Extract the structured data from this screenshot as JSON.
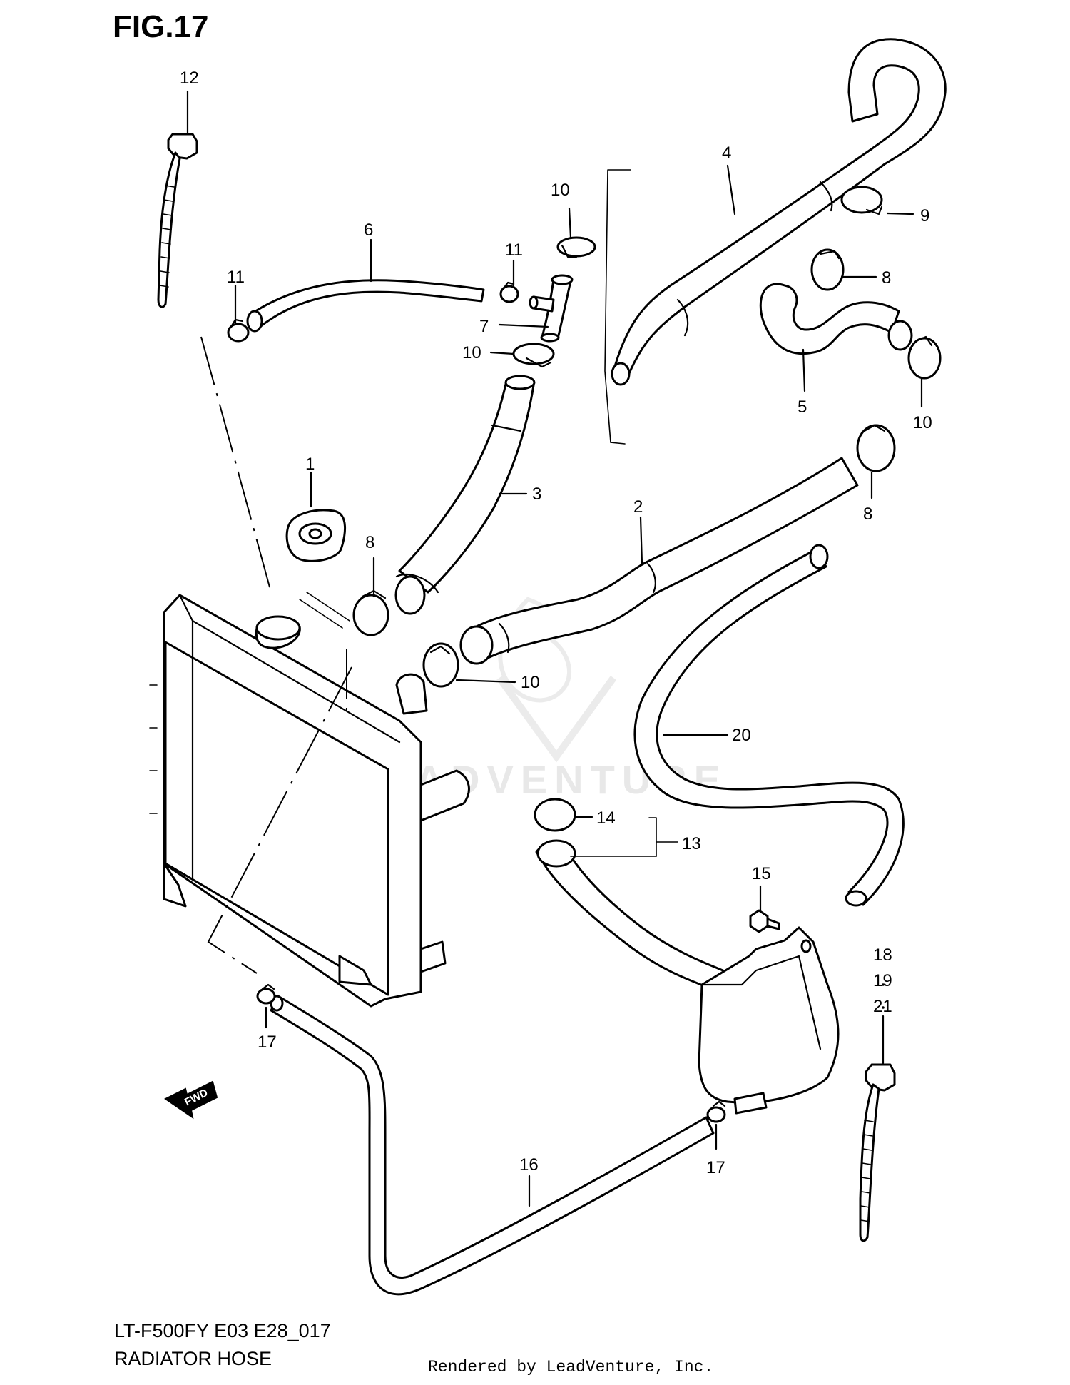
{
  "figure": {
    "title": "FIG.17",
    "model_code": "LT-F500FY E03 E28_017",
    "section_name": "RADIATOR HOSE",
    "rendered_by": "Rendered by LeadVenture, Inc.",
    "watermark": "LEADVENTURE",
    "fwd_label": "FWD"
  },
  "callouts": {
    "c1": "1",
    "c2": "2",
    "c3": "3",
    "c4": "4",
    "c5": "5",
    "c6": "6",
    "c7": "7",
    "c8a": "8",
    "c8b": "8",
    "c8c": "8",
    "c9": "9",
    "c10a": "10",
    "c10b": "10",
    "c10c": "10",
    "c10d": "10",
    "c11a": "11",
    "c11b": "11",
    "c12": "12",
    "c13": "13",
    "c14": "14",
    "c15": "15",
    "c16": "16",
    "c17a": "17",
    "c17b": "17",
    "c18": "18",
    "c19": "19",
    "c21": "21",
    "c20": "20"
  }
}
